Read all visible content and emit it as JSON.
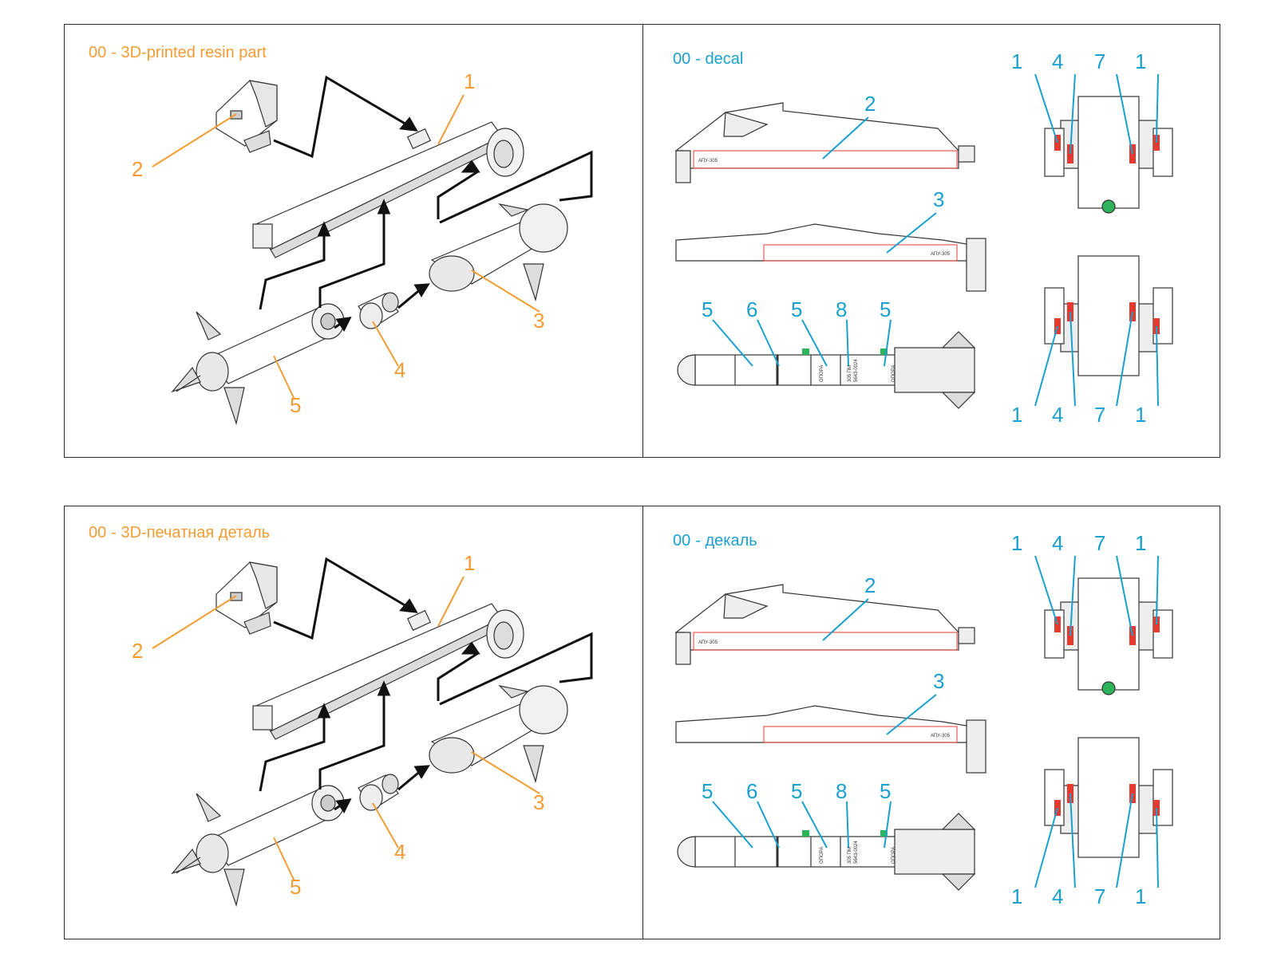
{
  "colors": {
    "frame": "#2a2a2a",
    "orange_label": "#f39c33",
    "cyan_label": "#1aa0cf",
    "decal_red": "#e8392f",
    "decal_green": "#2fb35a",
    "line_art": "#333333"
  },
  "sheets": [
    {
      "left": {
        "code": "00",
        "title": "- 3D-printed resin part",
        "callouts": {
          "c1": "1",
          "c2": "2",
          "c3": "3",
          "c4": "4",
          "c5": "5"
        }
      },
      "right": {
        "code": "00",
        "title": "- decal",
        "callouts": {
          "c2": "2",
          "c3": "3"
        },
        "missile_callouts": [
          "5",
          "6",
          "5",
          "8",
          "5"
        ],
        "stencil_a": "АПУ-305",
        "stencil_b": "АПУ-305",
        "missile_marks": [
          "ОПОРА",
          "ОПОРА",
          "305 ПМ",
          "5643-0024"
        ],
        "pylon_top_labels": [
          "1",
          "4",
          "7",
          "1"
        ],
        "pylon_bottom_labels": [
          "1",
          "4",
          "7",
          "1"
        ]
      }
    },
    {
      "left": {
        "code": "00",
        "title": "- 3D-печатная деталь",
        "callouts": {
          "c1": "1",
          "c2": "2",
          "c3": "3",
          "c4": "4",
          "c5": "5"
        }
      },
      "right": {
        "code": "00",
        "title": "- декаль",
        "callouts": {
          "c2": "2",
          "c3": "3"
        },
        "missile_callouts": [
          "5",
          "6",
          "5",
          "8",
          "5"
        ],
        "stencil_a": "АПУ-305",
        "stencil_b": "АПУ-305",
        "missile_marks": [
          "ОПОРА",
          "ОПОРА",
          "305 ПМ",
          "5643-0024"
        ],
        "pylon_top_labels": [
          "1",
          "4",
          "7",
          "1"
        ],
        "pylon_bottom_labels": [
          "1",
          "4",
          "7",
          "1"
        ]
      }
    }
  ]
}
